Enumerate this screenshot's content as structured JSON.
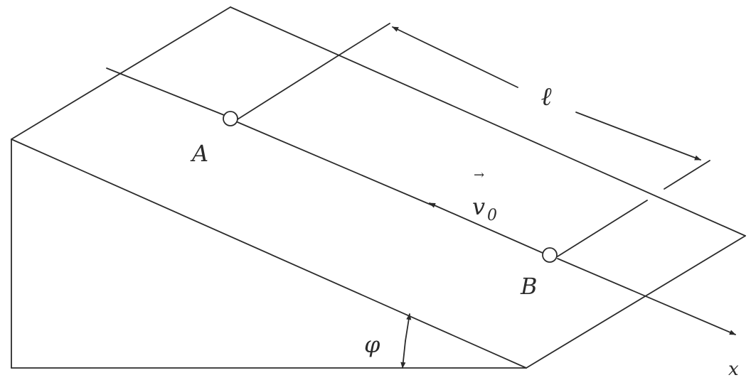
{
  "labels": {
    "point_a": "A",
    "point_b": "B",
    "length": "ℓ",
    "velocity": "v",
    "velocity_subscript": "0",
    "velocity_arrow": "→",
    "angle": "φ",
    "axis": "x"
  },
  "colors": {
    "line": "#2b2b2b",
    "background": "#ffffff"
  }
}
